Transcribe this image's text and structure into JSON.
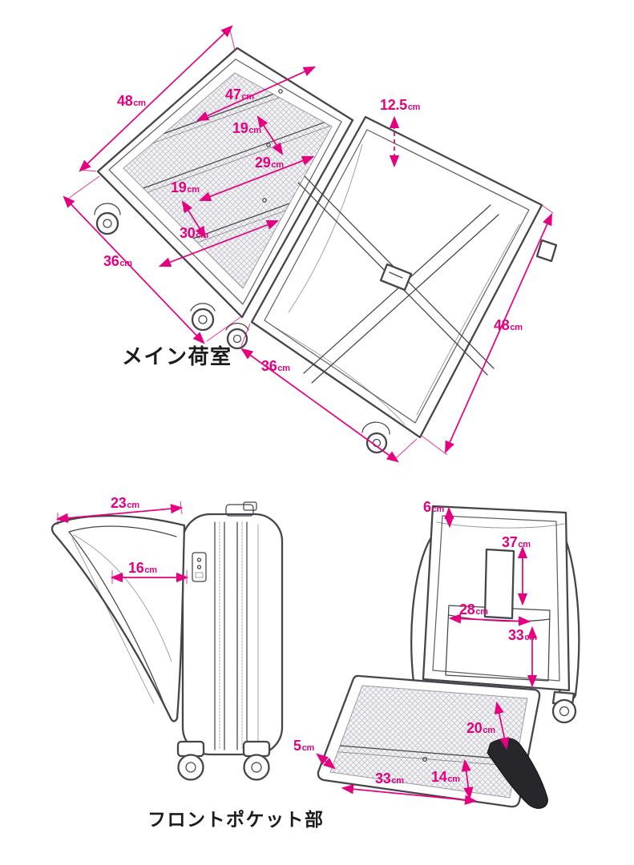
{
  "colors": {
    "accent": "#e4007f",
    "ink": "#45454b"
  },
  "main_section": {
    "title": "メイン荷室",
    "dims": {
      "lid_height": {
        "v": "48",
        "u": "cm"
      },
      "lid_inner_height": {
        "v": "47",
        "u": "cm"
      },
      "pocket_top_depth": {
        "v": "19",
        "u": "cm"
      },
      "pocket_mid_width": {
        "v": "29",
        "u": "cm"
      },
      "pocket_mid_depth": {
        "v": "19",
        "u": "cm"
      },
      "pocket_bottom_width": {
        "v": "30",
        "u": "cm"
      },
      "lid_width": {
        "v": "36",
        "u": "cm"
      },
      "body_depth": {
        "v": "12.5",
        "u": "cm"
      },
      "body_height": {
        "v": "48",
        "u": "cm"
      },
      "body_width": {
        "v": "36",
        "u": "cm"
      }
    }
  },
  "front_section": {
    "title": "フロントポケット部",
    "dims": {
      "flap_open_width": {
        "v": "23",
        "u": "cm"
      },
      "flap_inner_width": {
        "v": "16",
        "u": "cm"
      },
      "top_depth": {
        "v": "6",
        "u": "cm"
      },
      "pocket_full_height": {
        "v": "37",
        "u": "cm"
      },
      "pocket_width": {
        "v": "28",
        "u": "cm"
      },
      "pocket_lower_height": {
        "v": "33",
        "u": "cm"
      },
      "mesh_upper_height": {
        "v": "20",
        "u": "cm"
      },
      "flap_edge_depth": {
        "v": "5",
        "u": "cm"
      },
      "mesh_width": {
        "v": "33",
        "u": "cm"
      },
      "mesh_lower_height": {
        "v": "14",
        "u": "cm"
      }
    }
  }
}
